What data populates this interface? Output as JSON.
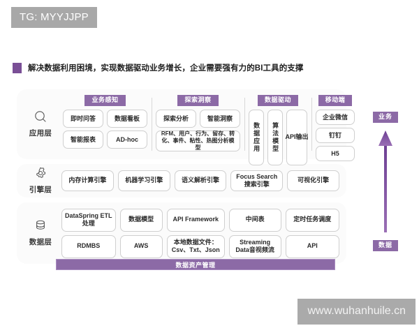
{
  "overlay": {
    "tg_badge": "TG: MYYJJPP",
    "watermark": "www.wuhanhuile.cn"
  },
  "headline": {
    "text": "解决数据利用困境，实现数据驱动业务增长，企业需要强有力的BI工具的支撑"
  },
  "colors": {
    "purple": "#8c6aa6",
    "purple_dark": "#7a4f96",
    "layer_bg": "#fbfbfb",
    "box_border": "#cfcfcf",
    "watermark_bg": "#aaaaaa"
  },
  "layers": {
    "application": {
      "label": "应用层",
      "icon": "magnifier-icon",
      "groups": [
        {
          "title": "业务感知",
          "rows": [
            [
              "即时问答",
              "数据看板"
            ],
            [
              "智能报表",
              "AD-hoc"
            ]
          ]
        },
        {
          "title": "探索洞察",
          "rows": [
            [
              "探索分析",
              "智能洞察"
            ]
          ],
          "wide": "RFM、用户、行为、留存、转化、事件、粘性、热图分析模型"
        },
        {
          "title": "数据驱动",
          "vertical_items": [
            "数据应用",
            "算法模型",
            "API输出"
          ]
        },
        {
          "title": "移动端",
          "mobile_items": [
            "企业微信",
            "钉钉",
            "H5"
          ]
        }
      ]
    },
    "engine": {
      "label": "引擎层",
      "icon": "gear-icon",
      "items": [
        "内存计算引擎",
        "机器学习引擎",
        "语义解析引擎",
        "Focus Search 搜索引擎",
        "可视化引擎"
      ]
    },
    "data": {
      "label": "数据层",
      "icon": "database-icon",
      "row_top": [
        "DataSpring ETL处理",
        "数据模型",
        "API Framework",
        "中间表",
        "定时任务调度"
      ],
      "row_bottom": [
        "RDMBS",
        "AWS",
        "本地数据文件：Csv、Txt、Json",
        "Streaming Data音视频流",
        "API"
      ]
    }
  },
  "asset_bar": {
    "label": "数据资产管理"
  },
  "axis": {
    "top_label": "业务",
    "bottom_label": "数据",
    "direction": "up-arrow-icon"
  }
}
